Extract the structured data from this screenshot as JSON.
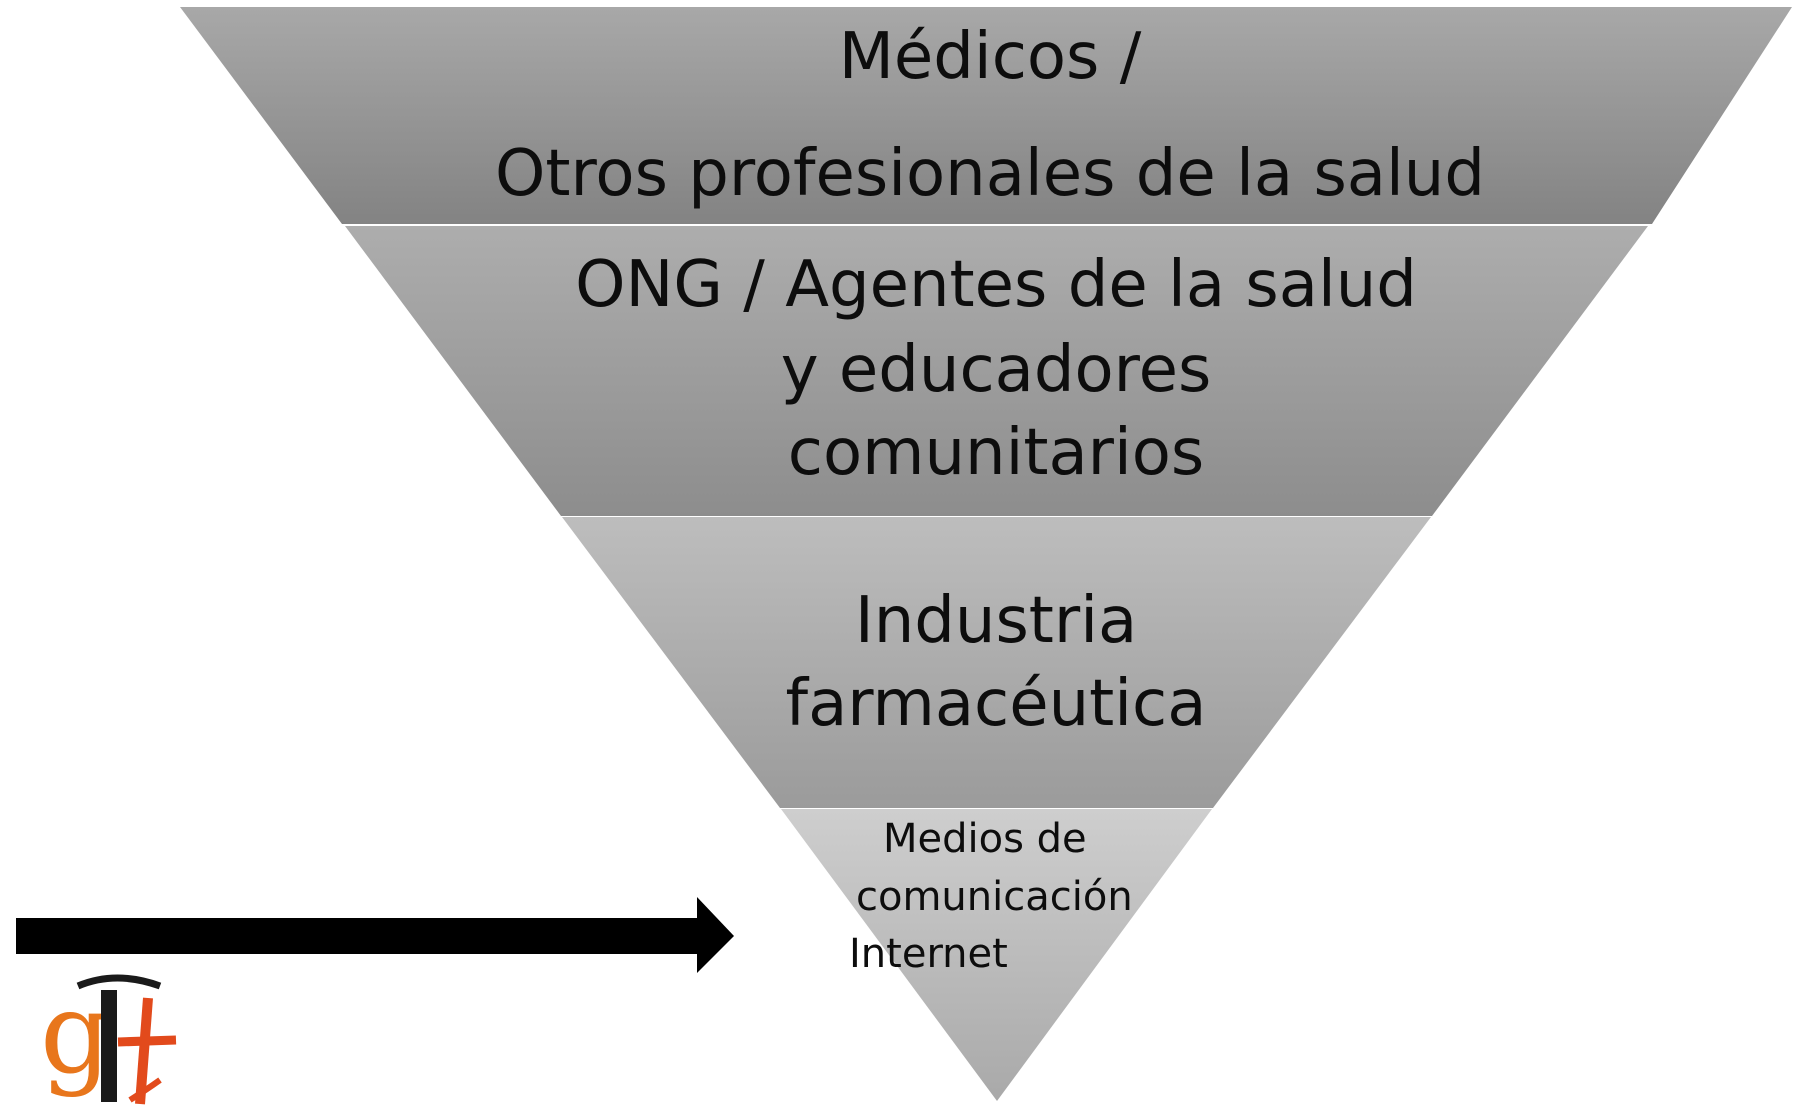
{
  "pyramid": {
    "tiers": [
      {
        "id": "tier-1",
        "lines": [
          "Médicos /",
          "Otros profesionales de la salud"
        ],
        "color_top": "#a8a8a8",
        "color_bottom": "#838383"
      },
      {
        "id": "tier-2",
        "lines": [
          "ONG / Agentes de la salud",
          "y educadores",
          "comunitarios"
        ],
        "color_top": "#adadad",
        "color_bottom": "#8d8d8d"
      },
      {
        "id": "tier-3",
        "lines": [
          "Industria",
          "farmacéutica"
        ],
        "color_top": "#bdbdbd",
        "color_bottom": "#9b9b9b"
      },
      {
        "id": "tier-4",
        "lines": [
          "Medios de",
          "comunicación",
          "Internet"
        ],
        "color_top": "#cecece",
        "color_bottom": "#a9a9a9"
      }
    ]
  },
  "arrow": {
    "color": "#000000",
    "icon": "arrow-right-icon"
  },
  "logo": {
    "text": "gt",
    "colors": [
      "#e8761c",
      "#1a1a1a",
      "#e24a1c"
    ]
  }
}
